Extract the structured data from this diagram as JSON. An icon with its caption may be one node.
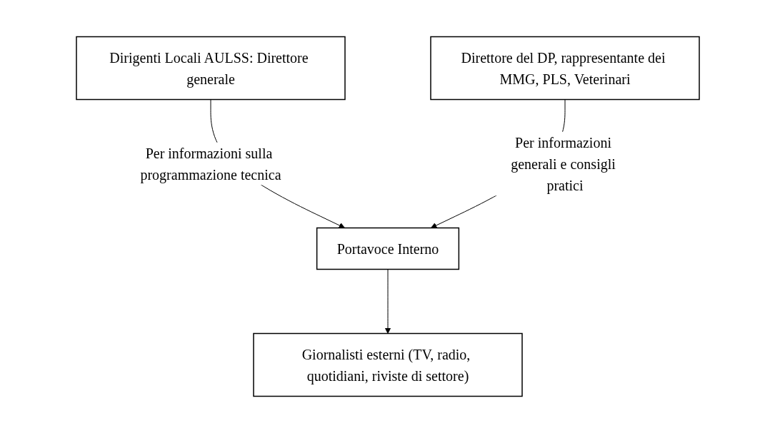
{
  "diagram": {
    "nodes": [
      {
        "text": [
          "Dirigenti Locali AULSS: Direttore generale"
        ]
      },
      {
        "text": [
          "Direttore del DP, rappresentante dei MMG, PLS, Veterinari"
        ]
      },
      {
        "text": [
          "Portavoce Interno"
        ]
      },
      {
        "text": [
          "Giornalisti esterni (TV, radio, quotidiani, riviste di settore)"
        ]
      }
    ],
    "edges": [
      {
        "from": 0,
        "to": 2,
        "arrow": "to",
        "label": "Per informazioni sulla programmazione tecnica"
      },
      {
        "from": 1,
        "to": 2,
        "arrow": "to",
        "label": "Per informazioni generali e consigli pratici"
      },
      {
        "from": 2,
        "to": 3,
        "arrow": "to"
      }
    ]
  }
}
